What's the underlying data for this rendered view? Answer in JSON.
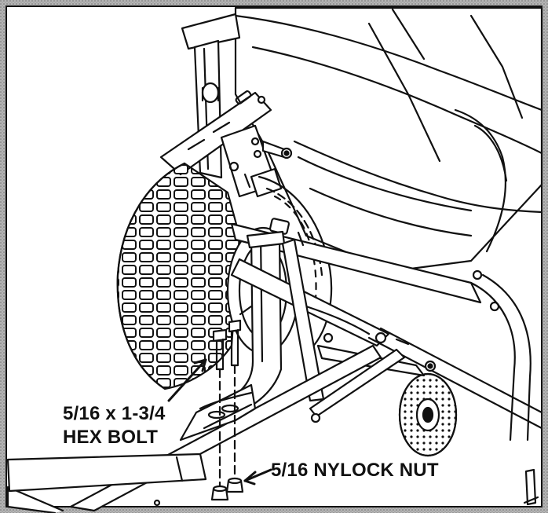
{
  "figure": {
    "callouts": {
      "hex_bolt": {
        "line1": "5/16 x 1-3/4",
        "line2": "HEX BOLT"
      },
      "nylock_nut": "5/16 NYLOCK NUT"
    },
    "colors": {
      "line": "#111111",
      "background": "#ffffff",
      "border_texture": "#9a9a9a"
    },
    "parts": [
      "hopper",
      "wheel",
      "frame",
      "tow-bar",
      "hex-bolt",
      "nylock-nut"
    ]
  }
}
